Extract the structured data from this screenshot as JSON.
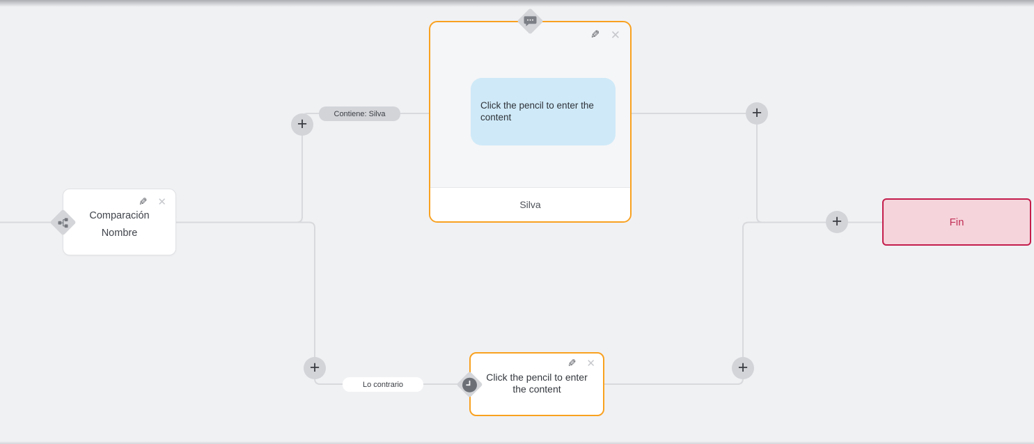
{
  "colors": {
    "canvas_bg": "#F0F1F3",
    "accent_orange": "#F9A11F",
    "edge_line": "#D8D9DC",
    "bubble_bg": "#CFE9F8",
    "end_border": "#C31D4B",
    "end_bg": "#F5D4DB",
    "end_text": "#C13057"
  },
  "icons": {
    "edit_glyph": "✎",
    "close_glyph": "✕",
    "add_glyph": "+"
  },
  "edges": {
    "labels": [
      {
        "id": "contiene",
        "text": "Contiene: Silva"
      },
      {
        "id": "contrario",
        "text": "Lo contrario"
      }
    ]
  },
  "nodes": {
    "comparison": {
      "type": "condition",
      "title": "Comparación",
      "subtitle": "Nombre"
    },
    "message": {
      "type": "message",
      "bubble_text": "Click the pencil to enter the content",
      "footer_text": "Silva"
    },
    "action": {
      "type": "delay",
      "text": "Click the pencil to enter the content"
    },
    "end": {
      "label": "Fin"
    }
  }
}
